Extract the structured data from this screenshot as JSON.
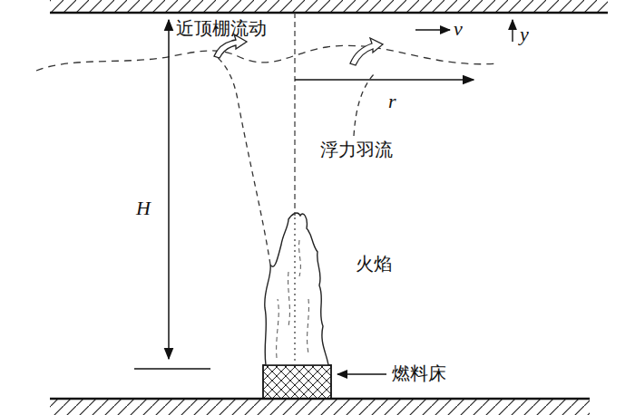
{
  "diagram": {
    "labels": [
      "近顶棚流动",
      "v",
      "y",
      "r",
      "浮力羽流",
      "H",
      "火焰",
      "燃料床"
    ]
  }
}
